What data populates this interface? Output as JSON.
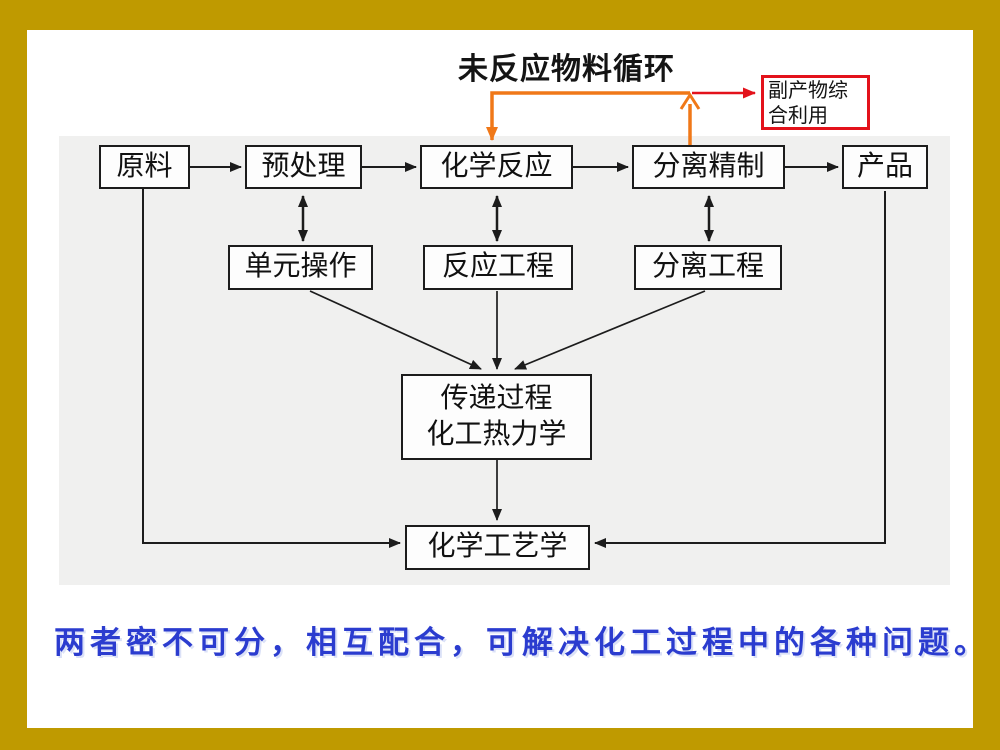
{
  "slide": {
    "title": "未反应物料循环",
    "footer": "两者密不可分，相互配合，可解决化工过程中的各种问题。"
  },
  "diagram": {
    "process_chain": [
      {
        "label": "原料"
      },
      {
        "label": "预处理"
      },
      {
        "label": "化学反应"
      },
      {
        "label": "分离精制"
      },
      {
        "label": "产品"
      }
    ],
    "discipline_row": [
      {
        "label": "单元操作"
      },
      {
        "label": "反应工程"
      },
      {
        "label": "分离工程"
      }
    ],
    "core_box": {
      "line1": "传递过程",
      "line2": "化工热力学"
    },
    "bottom_box": {
      "label": "化学工艺学"
    },
    "byproduct_box": {
      "line1": "副产物综",
      "line2": "合利用"
    },
    "edges": [
      "原料→预处理",
      "预处理→化学反应",
      "化学反应→分离精制",
      "分离精制→产品",
      "预处理↔单元操作",
      "化学反应↔反应工程",
      "分离精制↔分离工程",
      "单元操作→传递过程/化工热力学",
      "反应工程→传递过程/化工热力学",
      "分离工程→传递过程/化工热力学",
      "传递过程/化工热力学→化学工艺学",
      "原料→化学工艺学",
      "产品→化学工艺学",
      "分离精制→化学反应（未反应物料循环）",
      "分离精制→副产物综合利用"
    ]
  },
  "colors": {
    "frame_gold": "#BF9A00",
    "panel_gray": "#F0F0EF",
    "recycle_orange": "#F07818",
    "byproduct_red": "#E3121B",
    "footer_blue": "#2B3CCF",
    "line_black": "#1C1C1C"
  }
}
